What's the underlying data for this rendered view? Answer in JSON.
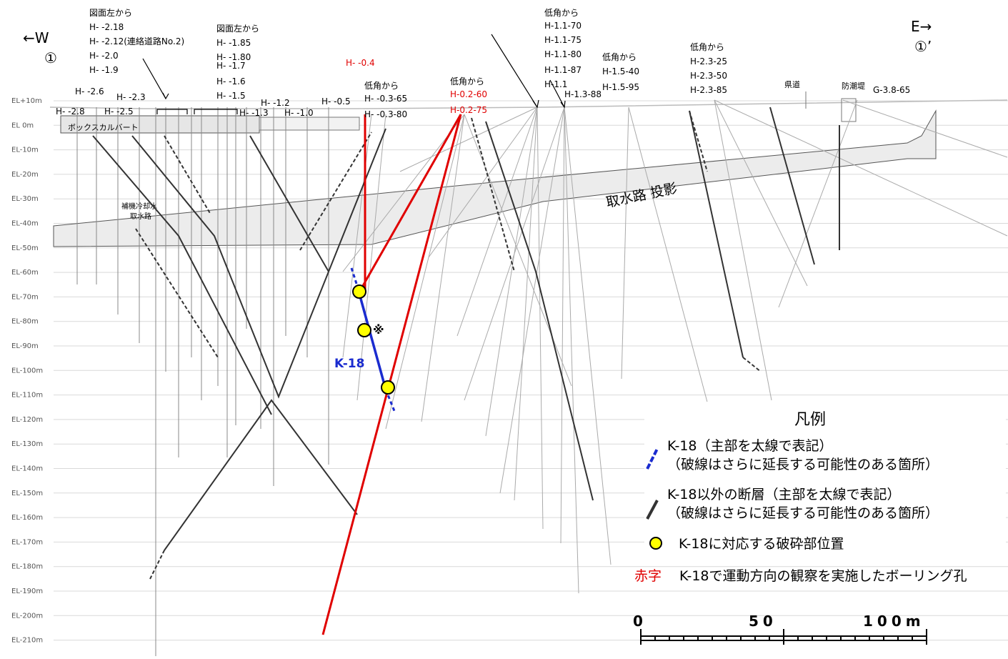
{
  "direction": {
    "west": "←W",
    "west_marker": "①",
    "east": "E→",
    "east_marker": "①’"
  },
  "elevation_labels": [
    "EL+10m",
    "EL 0m",
    "EL-10m",
    "EL-20m",
    "EL-30m",
    "EL-40m",
    "EL-50m",
    "EL-60m",
    "EL-70m",
    "EL-80m",
    "EL-90m",
    "EL-100m",
    "EL-110m",
    "EL-120m",
    "EL-130m",
    "EL-140m",
    "EL-150m",
    "EL-160m",
    "EL-170m",
    "EL-180m",
    "EL-190m",
    "EL-200m",
    "EL-210m"
  ],
  "boreholes": [
    {
      "text": "図面左から"
    },
    {
      "text": "H- -2.18"
    },
    {
      "text": "H- -2.12(連絡道路No.2)"
    },
    {
      "text": "H- -2.0"
    },
    {
      "text": "H- -1.9"
    },
    {
      "text": "図面左から"
    },
    {
      "text": "H- -1.85"
    },
    {
      "text": "H- -1.80"
    },
    {
      "text": "H- -1.7"
    },
    {
      "text": "H- -1.6"
    },
    {
      "text": "H- -1.5"
    },
    {
      "text": "H- -2.6"
    },
    {
      "text": "H- -2.3"
    },
    {
      "text": "H- -2.8"
    },
    {
      "text": "H- -2.5"
    },
    {
      "text": "H- -1.2"
    },
    {
      "text": "H- -1.3"
    },
    {
      "text": "H- -1.0"
    },
    {
      "text": "H- -0.5"
    },
    {
      "text": "低角から"
    },
    {
      "text": "H- -0.3-65"
    },
    {
      "text": "H- -0.3-80"
    },
    {
      "text": "低角から"
    },
    {
      "text": "低角から"
    },
    {
      "text": "H-1.1-70"
    },
    {
      "text": "H-1.1-75"
    },
    {
      "text": "H-1.1-80"
    },
    {
      "text": "H-1.1-87"
    },
    {
      "text": "H-1.1"
    },
    {
      "text": "H-1.3-88"
    },
    {
      "text": "低角から"
    },
    {
      "text": "H-1.5-40"
    },
    {
      "text": "H-1.5-95"
    },
    {
      "text": "低角から"
    },
    {
      "text": "H-2.3-25"
    },
    {
      "text": "H-2.3-50"
    },
    {
      "text": "H-2.3-85"
    },
    {
      "text": "G-3.8-65"
    }
  ],
  "red_boreholes": [
    {
      "text": "H- -0.4"
    },
    {
      "text": "H-0.2-60"
    },
    {
      "text": "H-0.2-75"
    }
  ],
  "structures": {
    "box_culvert": "ボックスカルバート",
    "intake_projection": "取水路 投影",
    "aux_intake": "補機冷却水",
    "aux_intake_2": "取水路",
    "prefectural_road": "県道",
    "seawall": "防潮堤"
  },
  "fault": {
    "name": "K-18",
    "marker": "※"
  },
  "legend": {
    "title": "凡例",
    "k18_line1": "K-18（主部を太線で表記）",
    "k18_line2": "（破線はさらに延長する可能性のある箇所）",
    "other_line1": "K-18以外の断層（主部を太線で表記）",
    "other_line2": "（破線はさらに延長する可能性のある箇所）",
    "point": "K-18に対応する破砕部位置",
    "red_prefix": "赤字",
    "red_text": "K-18で運動方向の観察を実施したボーリング孔"
  },
  "scale": {
    "labels": [
      "0",
      "50",
      "100m"
    ]
  },
  "colors": {
    "k18": "#1a2bcf",
    "red": "#e00000",
    "point_fill": "#ffff00",
    "fault_dark": "#333333"
  }
}
